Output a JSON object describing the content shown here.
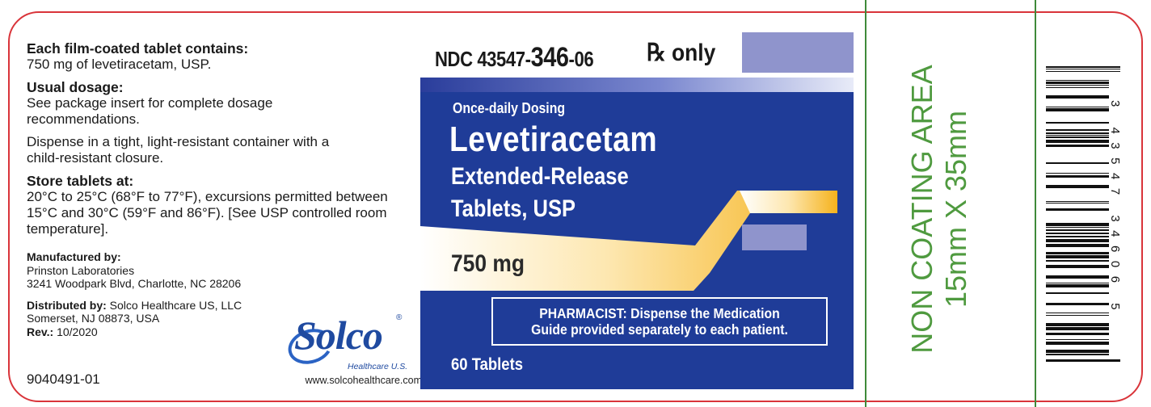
{
  "left": {
    "contains_heading": "Each film-coated tablet contains:",
    "contains_text": "750 mg of levetiracetam, USP.",
    "dosage_heading": "Usual dosage:",
    "dosage_text": "See package insert for complete dosage recommendations.",
    "dispense_text": "Dispense in a tight, light-resistant container with a child-resistant closure.",
    "store_heading": "Store tablets at:",
    "store_text": "20°C to 25°C (68°F to 77°F), excursions permitted between 15°C and 30°C (59°F and 86°F). [See USP controlled room temperature].",
    "manufactured_heading": "Manufactured by:",
    "manufacturer_name": "Prinston Laboratories",
    "manufacturer_address": "3241 Woodpark Blvd, Charlotte, NC 28206",
    "distributed_heading": "Distributed by:",
    "distributor_name": "Solco Healthcare US, LLC",
    "distributor_address": "Somerset, NJ 08873, USA",
    "rev_label": "Rev.:",
    "rev_value": "10/2020",
    "lot_code": "9040491-01"
  },
  "logo": {
    "brand": "Solco",
    "registered": "®",
    "subtitle": "Healthcare U.S.",
    "url": "www.solcohealthcare.com"
  },
  "center": {
    "ndc_prefix": "NDC 43547-",
    "ndc_product": "346",
    "ndc_suffix": "-06",
    "rx_only": "℞ only",
    "once_daily": "Once-daily Dosing",
    "drug_name": "Levetiracetam",
    "release_line": "Extended-Release",
    "form_line": "Tablets, USP",
    "strength": "750 mg",
    "pharmacist_line1": "PHARMACIST: Dispense the Medication",
    "pharmacist_line2": "Guide provided separately to each patient.",
    "count": "60 Tablets"
  },
  "right": {
    "non_coating_line1": "NON COATING AREA",
    "non_coating_line2": "15mm X 35mm",
    "barcode_digits": "3 43547 34606 5"
  },
  "colors": {
    "frame": "#d9343a",
    "guides": "#3f8a3a",
    "panel_blue": "#1f3c98",
    "lavender": "#8f94cc",
    "gold": "#f5b21c",
    "non_coating_green": "#4f9a3f"
  }
}
